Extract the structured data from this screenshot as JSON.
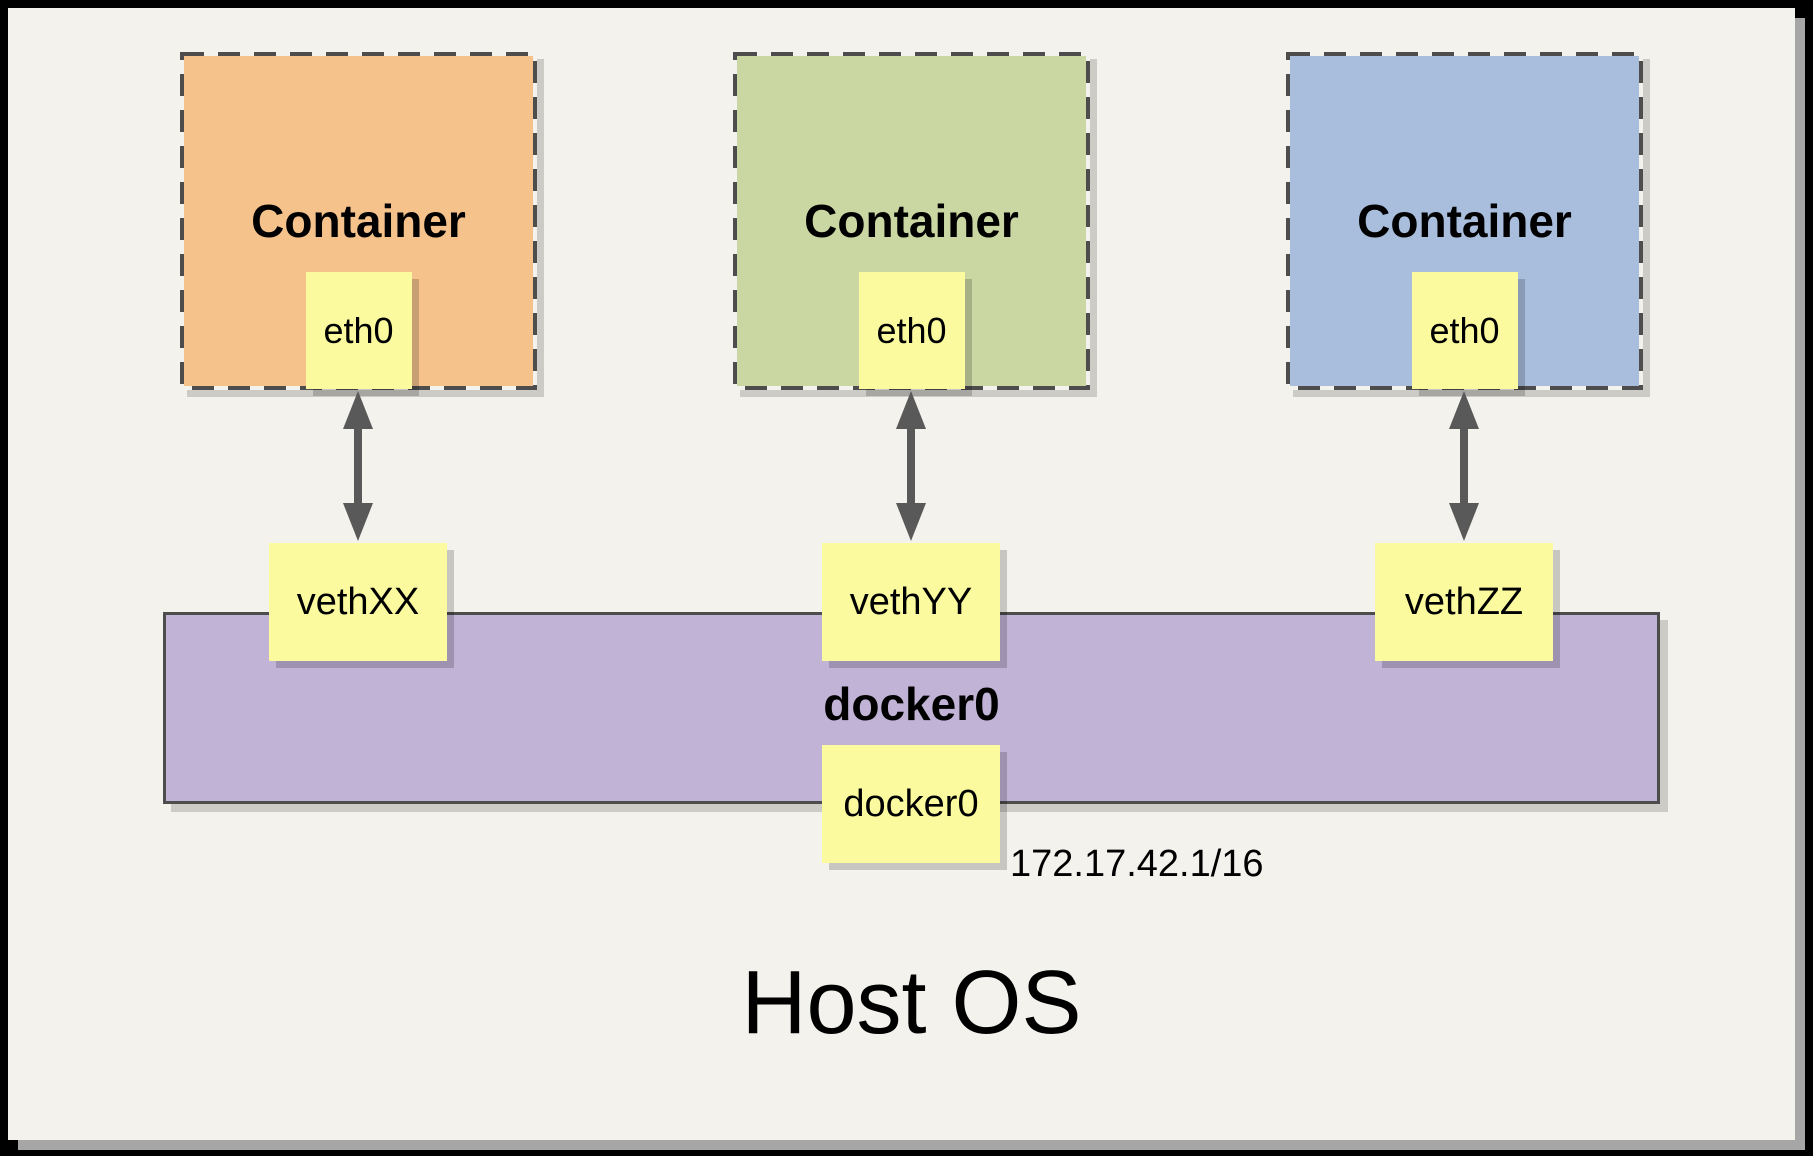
{
  "colors": {
    "frame": "#000000",
    "background": "#f4f2ec",
    "note": "#fbfa9e",
    "dashed_border": "#4d4d4d",
    "bar_border": "#4d4d4d",
    "arrow": "#595959"
  },
  "containers": [
    {
      "label": "Container",
      "interface": "eth0",
      "veth": "vethXX",
      "fill": "#f5c28b"
    },
    {
      "label": "Container",
      "interface": "eth0",
      "veth": "vethYY",
      "fill": "#cad7a2"
    },
    {
      "label": "Container",
      "interface": "eth0",
      "veth": "vethZZ",
      "fill": "#a9bedd"
    }
  ],
  "bridge": {
    "name": "docker0",
    "interface_label": "docker0",
    "ip": "172.17.42.1/16",
    "fill": "#c0b3d6"
  },
  "host": {
    "label": "Host OS"
  }
}
